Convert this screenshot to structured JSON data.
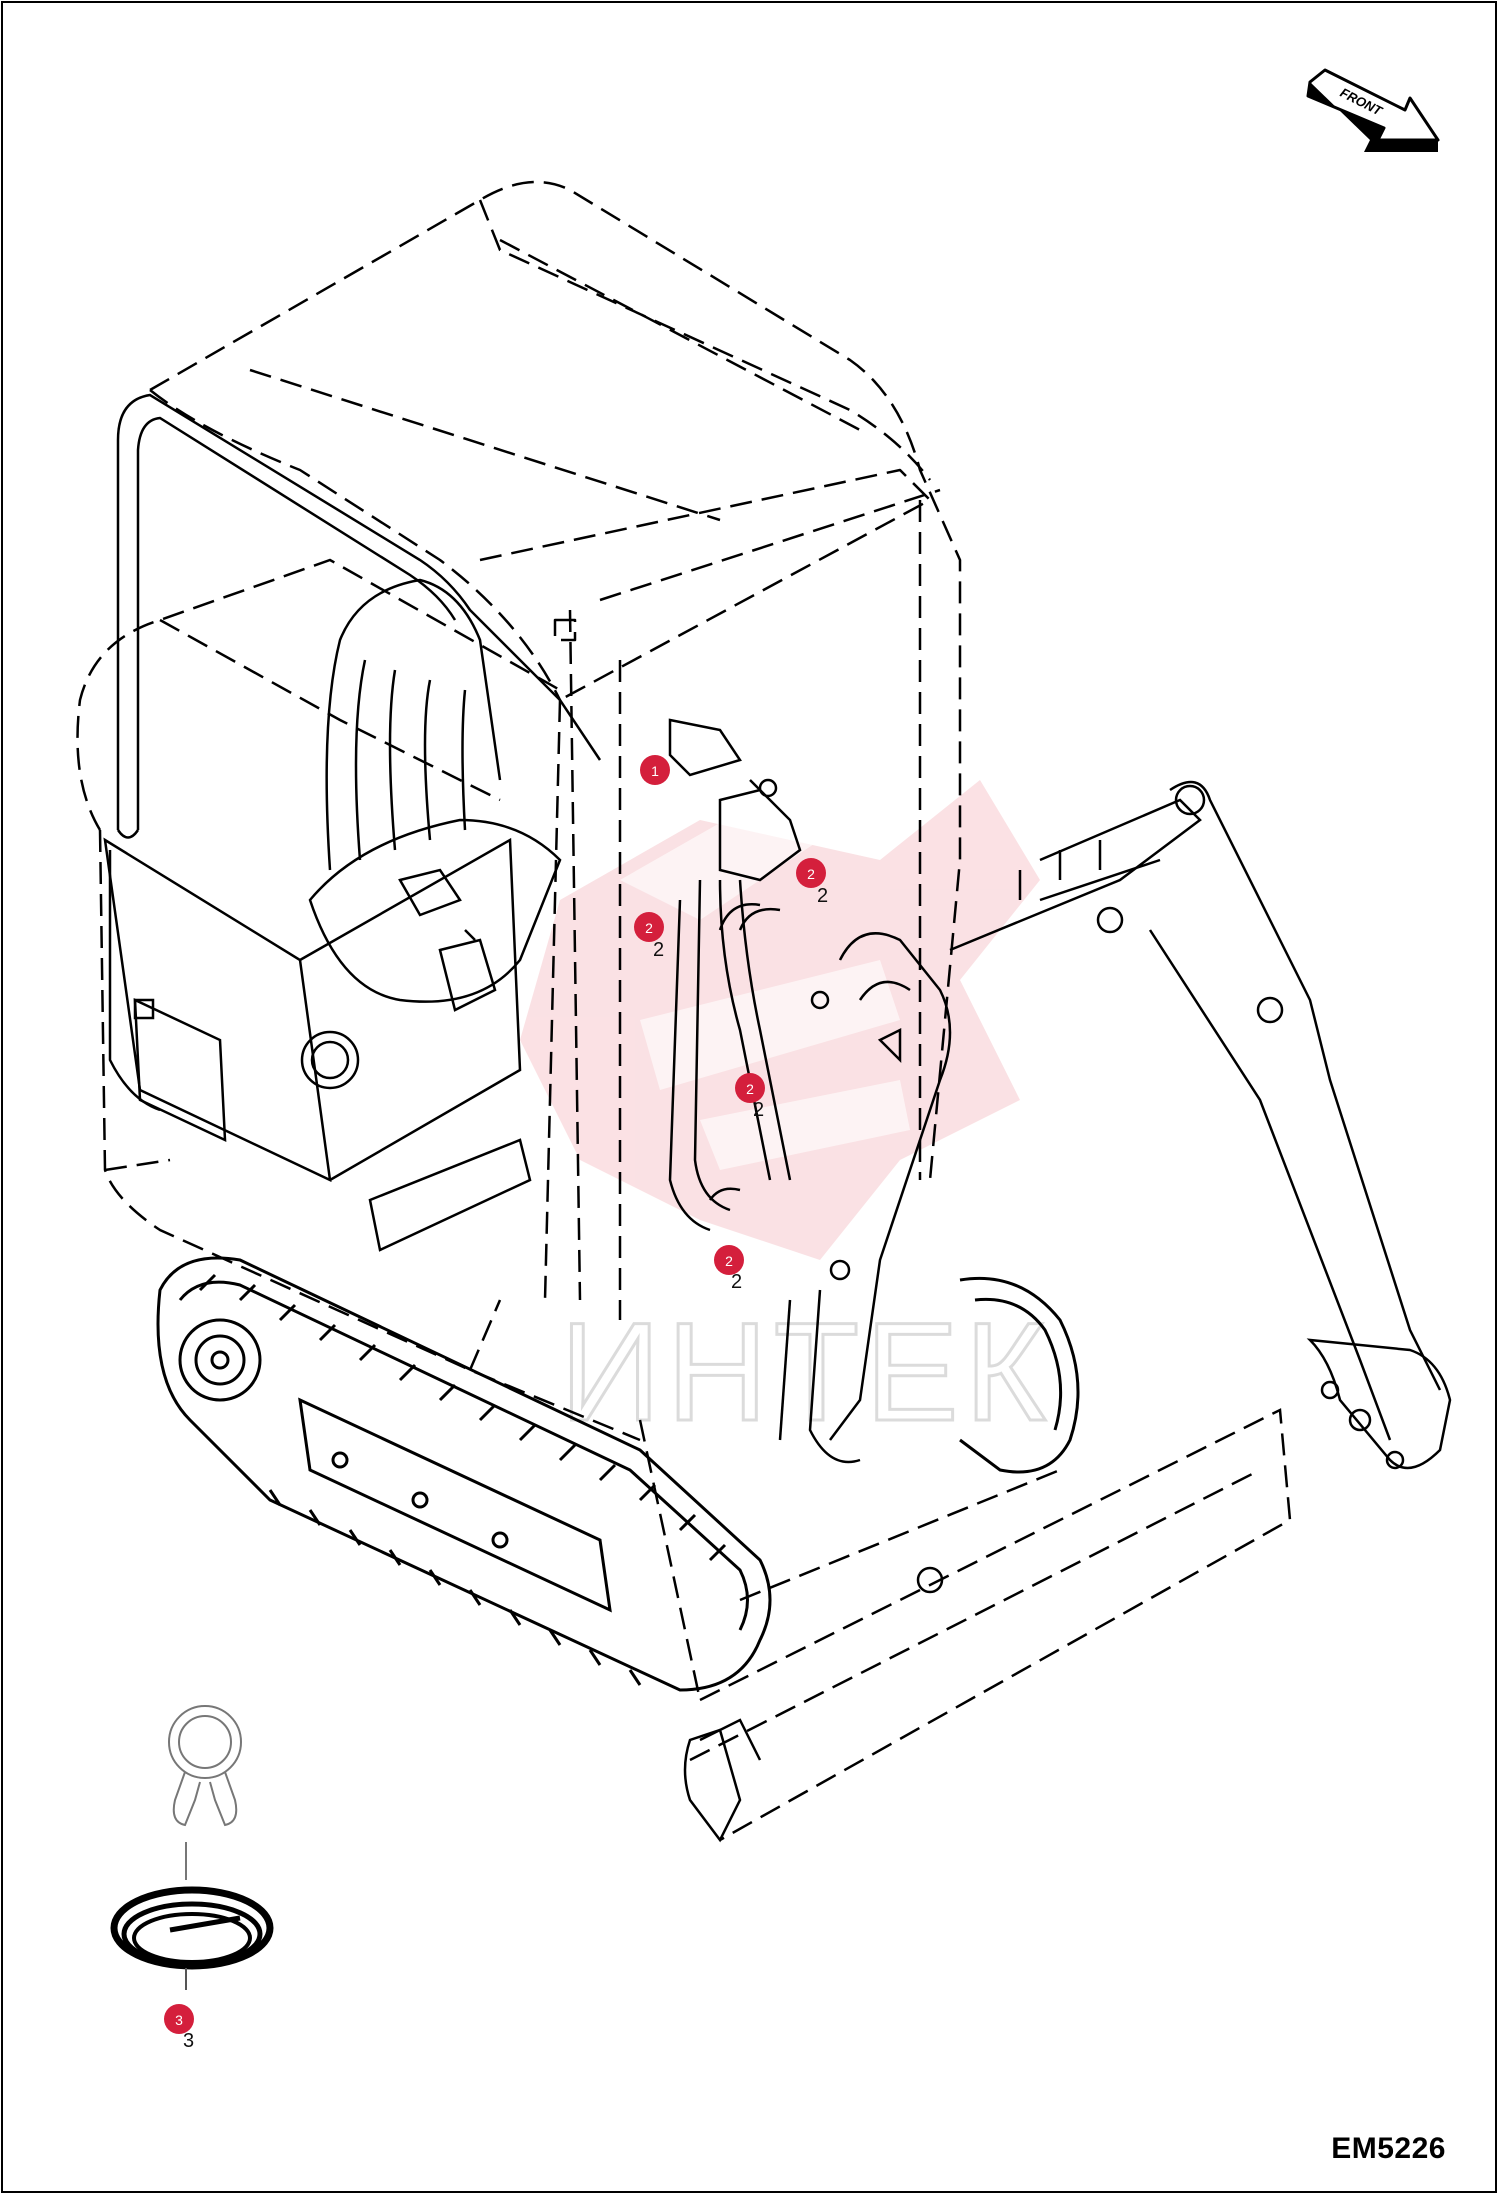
{
  "drawing": {
    "code": "EM5226",
    "front_label": "FRONT",
    "watermark_text": "ИНТЕК",
    "callout_color": "#d41f3c",
    "callouts": [
      {
        "id": "callout-1",
        "label": "1"
      },
      {
        "id": "callout-2a",
        "label": "2",
        "ref": "2"
      },
      {
        "id": "callout-2b",
        "label": "2",
        "ref": "2"
      },
      {
        "id": "callout-2c",
        "label": "2",
        "ref": "2"
      },
      {
        "id": "callout-2d",
        "label": "2",
        "ref": "2"
      },
      {
        "id": "callout-3",
        "label": "3",
        "ref": "3"
      }
    ]
  }
}
